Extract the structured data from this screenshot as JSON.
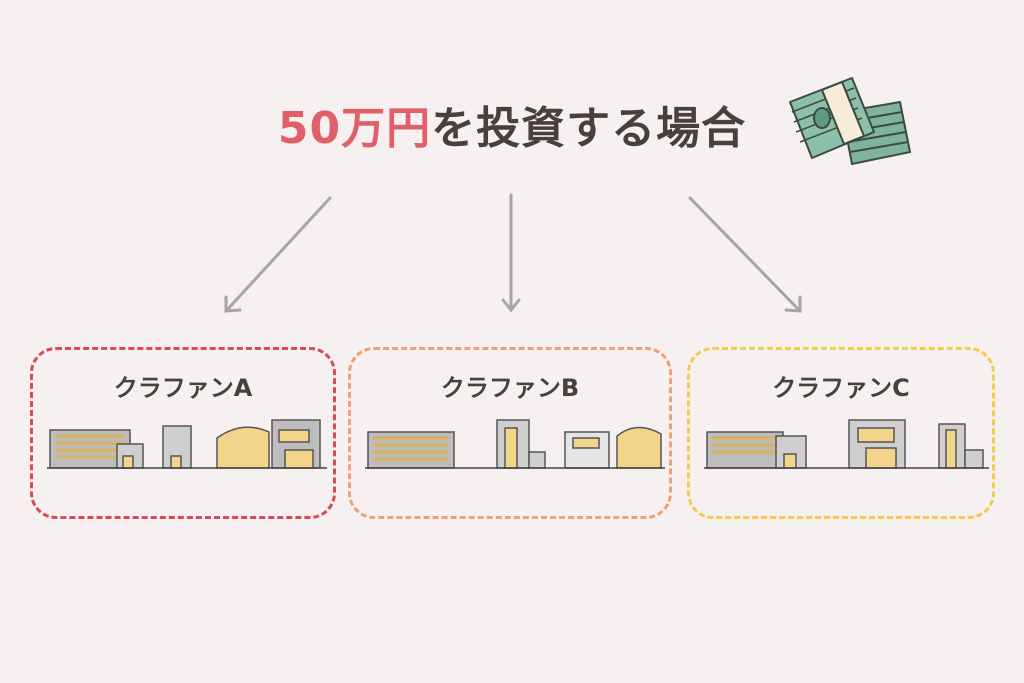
{
  "title": {
    "highlight": "50万円",
    "rest": "を投資する場合"
  },
  "icons": {
    "money": "money-stack-icon",
    "building": "building-skyline-icon"
  },
  "colors": {
    "highlight": "#e0606a",
    "text": "#4a3f3f",
    "arrow": "#a8a4a4",
    "box_a": "#d94a55",
    "box_b": "#f0a070",
    "box_c": "#f2cc50"
  },
  "boxes": [
    {
      "label": "クラファンA"
    },
    {
      "label": "クラファンB"
    },
    {
      "label": "クラファンC"
    }
  ]
}
